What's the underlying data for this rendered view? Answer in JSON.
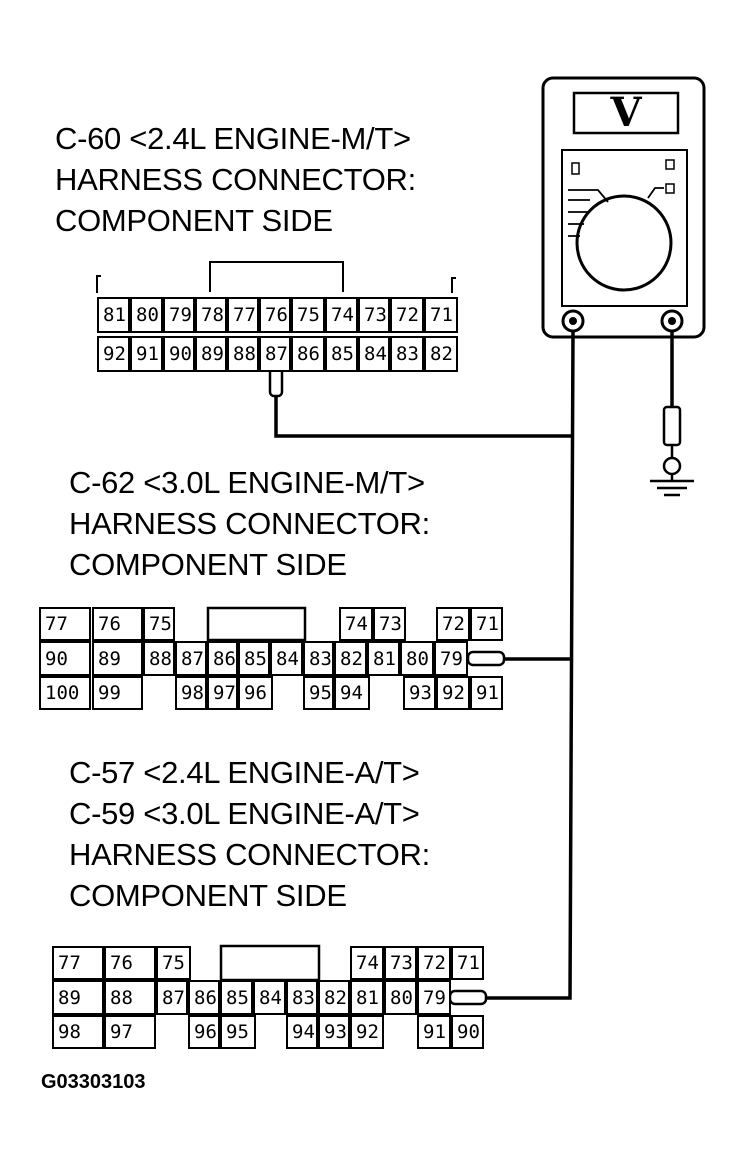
{
  "meter": {
    "display": "V"
  },
  "connectors": [
    {
      "id": "c60",
      "title_lines": [
        "C-60 <2.4L ENGINE-M/T>",
        "HARNESS CONNECTOR:",
        "COMPONENT SIDE"
      ],
      "rows": [
        [
          "81",
          "80",
          "79",
          "78",
          "77",
          "76",
          "75",
          "74",
          "73",
          "72",
          "71"
        ],
        [
          "92",
          "91",
          "90",
          "89",
          "88",
          "87",
          "86",
          "85",
          "84",
          "83",
          "82"
        ]
      ]
    },
    {
      "id": "c62",
      "title_lines": [
        "C-62 <3.0L ENGINE-M/T>",
        "HARNESS CONNECTOR:",
        "COMPONENT SIDE"
      ],
      "rows": [
        [
          "77",
          "76",
          "75",
          "74",
          "73",
          "72",
          "71"
        ],
        [
          "90",
          "89",
          "88",
          "87",
          "86",
          "85",
          "84",
          "83",
          "82",
          "81",
          "80",
          "79"
        ],
        [
          "100",
          "99",
          "98",
          "97",
          "96",
          "95",
          "94",
          "93",
          "92",
          "91"
        ]
      ]
    },
    {
      "id": "c57",
      "title_lines": [
        "C-57 <2.4L ENGINE-A/T>",
        "C-59 <3.0L ENGINE-A/T>",
        "HARNESS CONNECTOR:",
        "COMPONENT SIDE"
      ],
      "rows": [
        [
          "77",
          "76",
          "75",
          "74",
          "73",
          "72",
          "71"
        ],
        [
          "89",
          "88",
          "87",
          "86",
          "85",
          "84",
          "83",
          "82",
          "81",
          "80",
          "79"
        ],
        [
          "98",
          "97",
          "96",
          "95",
          "94",
          "93",
          "92",
          "91",
          "90"
        ]
      ]
    }
  ],
  "figure_code": "G03303103"
}
